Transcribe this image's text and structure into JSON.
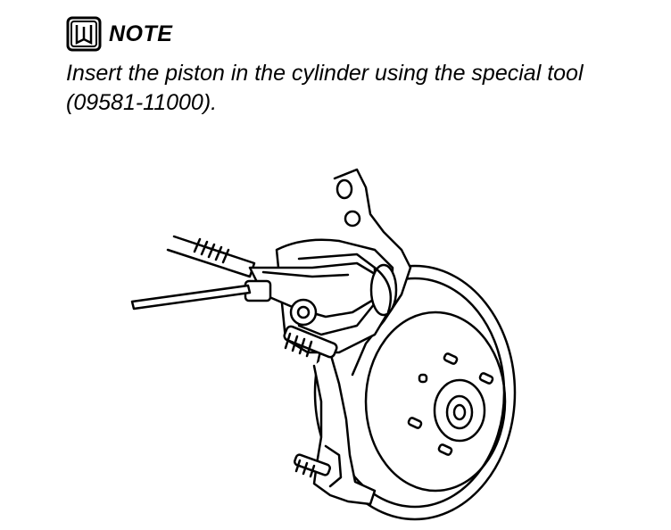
{
  "note": {
    "icon": "manual-book-icon",
    "title": "NOTE",
    "line1": "Insert the piston in the cylinder using the special tool",
    "line2": "(09581-11000)."
  },
  "illustration": {
    "subject": "brake-caliper-piston-tool-illustration"
  }
}
